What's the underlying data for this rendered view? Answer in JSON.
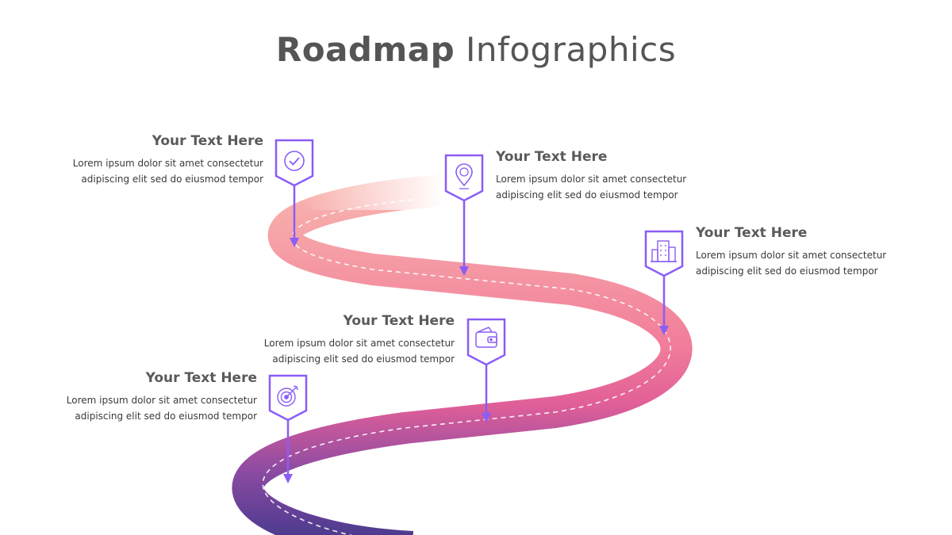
{
  "title": {
    "bold": "Roadmap",
    "light": "Infographics"
  },
  "colors": {
    "marker": "#8b5cf6",
    "road_top": "#f8a5a8",
    "road_mid": "#ee6f9b",
    "road_bottom": "#5b3f98",
    "title": "#555555"
  },
  "milestones": [
    {
      "heading": "Your Text Here",
      "line1": "Lorem ipsum dolor sit amet consectetur",
      "line2": "adipiscing elit sed do eiusmod tempor",
      "icon": "check-circle-icon"
    },
    {
      "heading": "Your Text Here",
      "line1": "Lorem ipsum dolor sit amet consectetur",
      "line2": "adipiscing elit sed do eiusmod tempor",
      "icon": "location-star-pin-icon"
    },
    {
      "heading": "Your Text Here",
      "line1": "Lorem ipsum dolor sit amet consectetur",
      "line2": "adipiscing elit sed do eiusmod tempor",
      "icon": "buildings-icon"
    },
    {
      "heading": "Your Text Here",
      "line1": "Lorem ipsum dolor sit amet consectetur",
      "line2": "adipiscing elit sed do eiusmod tempor",
      "icon": "wallet-icon"
    },
    {
      "heading": "Your Text Here",
      "line1": "Lorem ipsum dolor sit amet consectetur",
      "line2": "adipiscing elit sed do eiusmod tempor",
      "icon": "target-icon"
    }
  ]
}
